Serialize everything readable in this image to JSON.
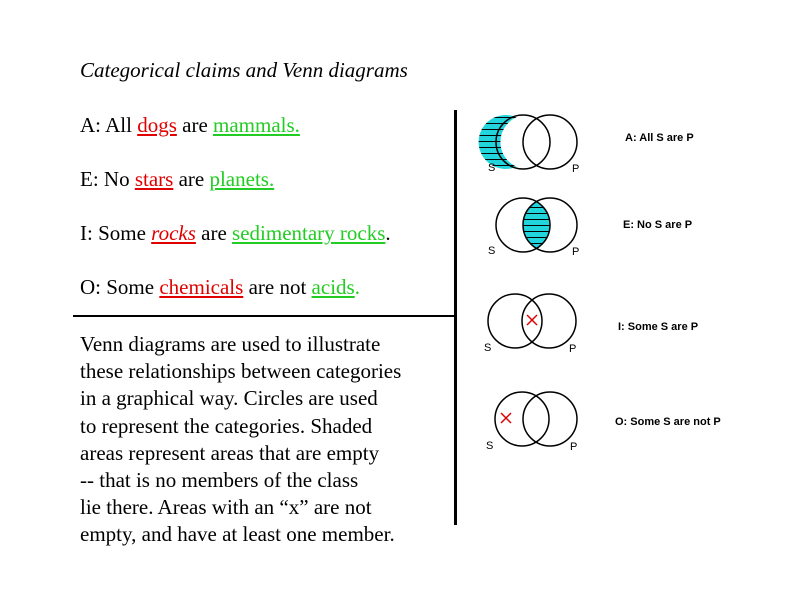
{
  "title": "Categorical claims and Venn diagrams",
  "claims": {
    "a": {
      "prefix": "A:  All ",
      "subject": "dogs",
      "mid": " are ",
      "predicate": "mammals."
    },
    "e": {
      "prefix": "E: No ",
      "subject": "stars",
      "mid": " are ",
      "predicate": "planets."
    },
    "i": {
      "prefix": "I: Some ",
      "subject": "rocks",
      "mid": " are ",
      "predicate": "sedimentary rocks",
      "suffix": "."
    },
    "o": {
      "prefix": "O: Some ",
      "subject": "chemicals",
      "mid": " are not ",
      "predicate": "acids",
      "suffix": "."
    }
  },
  "description": [
    "Venn diagrams are used to illustrate",
    "these relationships between categories",
    "in a graphical way.  Circles are used",
    "to represent the categories.  Shaded",
    "areas represent areas that are empty",
    "-- that is no members of the class",
    "lie there.  Areas with an “x” are not",
    "empty, and have at least one member."
  ],
  "diagrams": [
    {
      "label": "A: All S are P",
      "s": "S",
      "p": "P"
    },
    {
      "label": "E: No S are P",
      "s": "S",
      "p": "P"
    },
    {
      "label": "I: Some S are P",
      "s": "S",
      "p": "P",
      "mark": "×"
    },
    {
      "label": "O: Some S are not P",
      "s": "S",
      "p": "P",
      "mark": "×"
    }
  ],
  "colors": {
    "shade": "#22d4dc",
    "x_mark": "#e00000",
    "subject": "#e00000",
    "predicate": "#22cc22"
  }
}
